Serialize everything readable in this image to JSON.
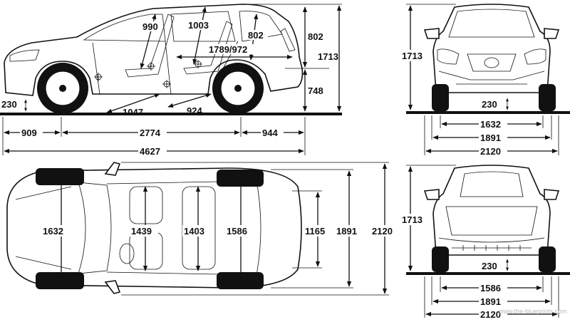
{
  "dimensions": {
    "side": {
      "front_headroom": "990",
      "rear_headroom": "1003",
      "cargo_height": "802",
      "cargo_height_right": "802",
      "cargo_length": "1789/972",
      "total_height": "1713",
      "ground_clearance": "230",
      "load_height": "748",
      "front_legroom": "1047",
      "rear_legroom": "924",
      "front_overhang": "909",
      "wheelbase": "2774",
      "rear_overhang": "944",
      "total_length": "4627"
    },
    "front": {
      "height": "1713",
      "ground_clearance": "230",
      "track": "1632",
      "width": "1891",
      "width_mirrors": "2120"
    },
    "top": {
      "front_track": "1632",
      "front_shoulder": "1439",
      "rear_shoulder": "1403",
      "rear_track": "1586",
      "cargo_width": "1165",
      "width": "1891",
      "width_mirrors": "2120"
    },
    "rear": {
      "height": "1713",
      "ground_clearance": "230",
      "track": "1586",
      "width": "1891",
      "width_mirrors": "2120"
    }
  },
  "watermark": "www.the-blueprints.com"
}
